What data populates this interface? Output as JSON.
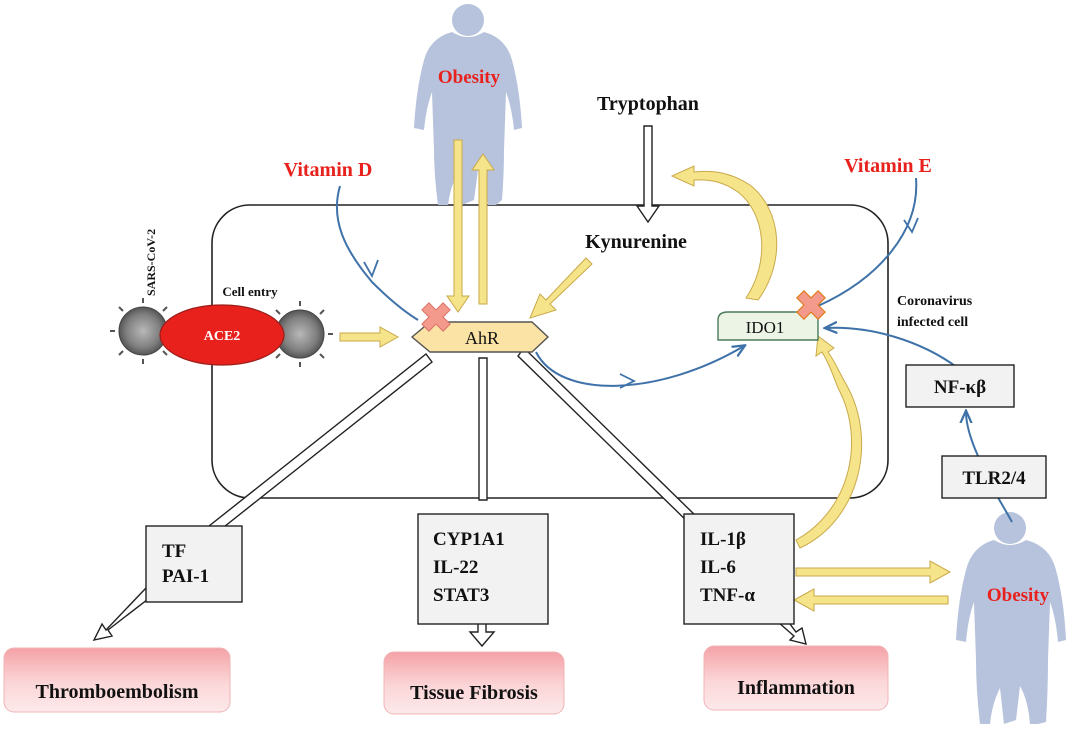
{
  "labels": {
    "obesity_top": "Obesity",
    "obesity_bottom": "Obesity",
    "tryptophan": "Tryptophan",
    "vitamin_d": "Vitamin D",
    "vitamin_e": "Vitamin E",
    "kynurenine": "Kynurenine",
    "sars": "SARS-CoV-2",
    "cell_entry": "Cell entry",
    "ace2": "ACE2",
    "ahr": "AhR",
    "ido1": "IDO1",
    "infected_cell_line1": "Coronavirus",
    "infected_cell_line2": "infected cell",
    "nfkb": "NF-κβ",
    "tlr": "TLR2/4"
  },
  "boxes": {
    "tf_box": [
      "TF",
      "PAI-1"
    ],
    "cyp_box": [
      "CYP1A1",
      "IL-22",
      "STAT3"
    ],
    "il_box": [
      "IL-1β",
      "IL-6",
      "TNF-α"
    ]
  },
  "outcomes": {
    "thrombo": "Thromboembolism",
    "fibrosis": "Tissue Fibrosis",
    "inflammation": "Inflammation"
  },
  "colors": {
    "red_text": "#e8211d",
    "ace2_fill": "#e8211d",
    "silhouette": "#b7c3dc",
    "yellow_arrow": "#f6e48a",
    "yellow_arrow_stroke": "#c9a94a",
    "blue_line": "#3f72a8",
    "outcome_fill": "#f3a4a8",
    "box_fill": "#f2f2f2",
    "ahr_fill": "#fbe3a6",
    "ido_fill": "#ecf4e6",
    "cross_fill": "#f49a8c"
  },
  "icons": [
    "human-silhouette-icon",
    "virus-icon",
    "inhibition-cross-icon"
  ]
}
